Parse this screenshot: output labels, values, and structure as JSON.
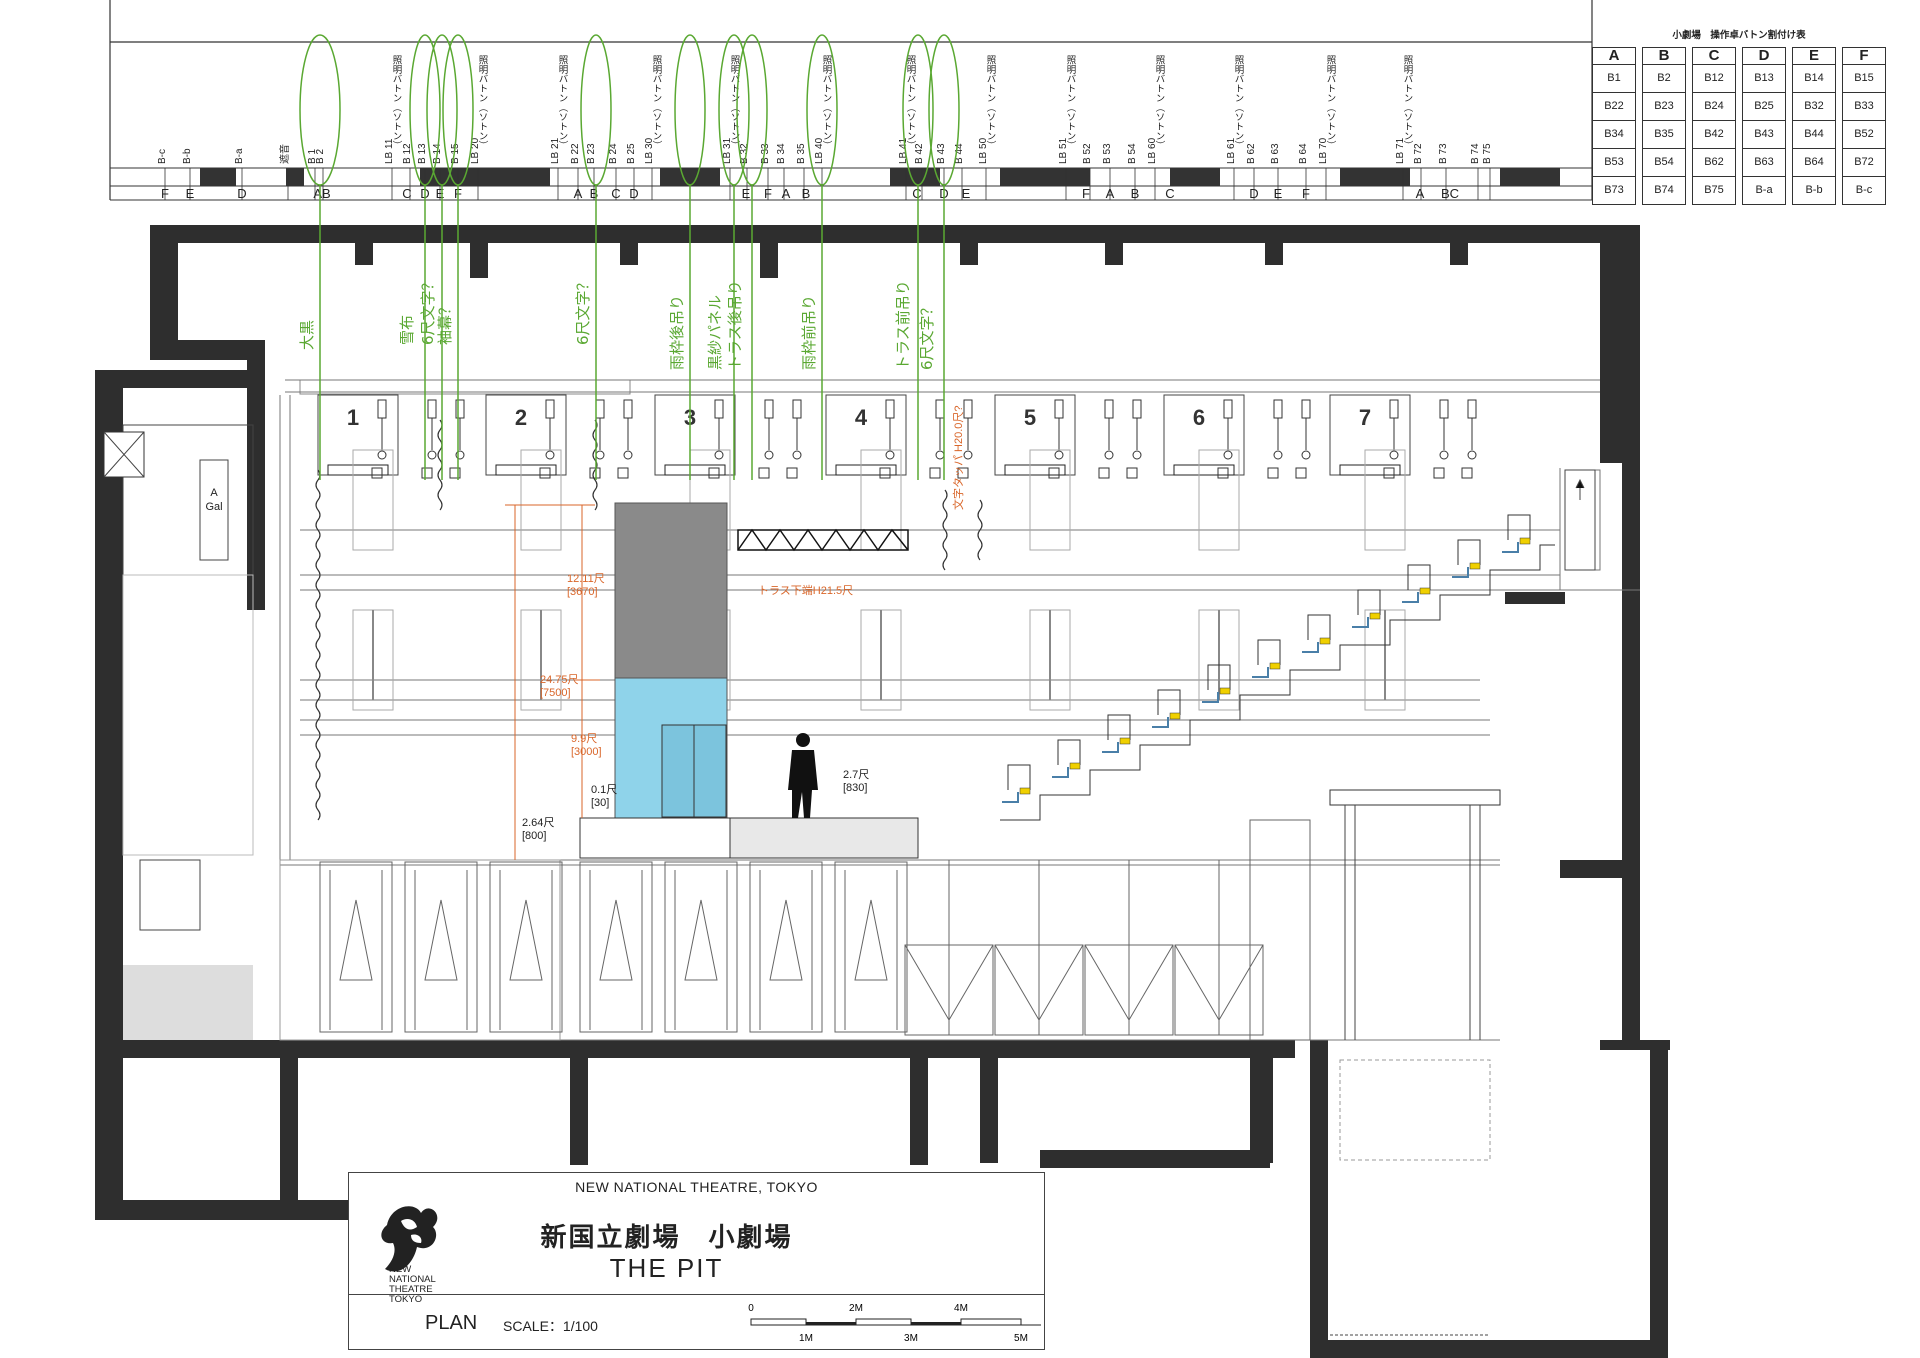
{
  "batten_labels": [
    "B-c",
    "B-b",
    "B-a",
    "遮音",
    "B 1",
    "B 2",
    "LB 11 (ソトン)",
    "B 12",
    "B 13",
    "B 14",
    "B 15",
    "LB 20 (ソトン)",
    "LB 21 (ソトン)",
    "B 22",
    "B 23",
    "B 24",
    "B 25",
    "LB 30 (ソトン)",
    "LB 31 (ソトン)",
    "B 32",
    "B 33",
    "B 34",
    "B 35",
    "LB 40 (ソトン)",
    "LB 41 (ソトン)",
    "B 42",
    "B 43",
    "B 44",
    "LB 50 (ソトン)",
    "LB 51 (ソトン)",
    "B 52",
    "B 53",
    "B 54",
    "LB 60 (ソトン)",
    "LB 61 (ソトン)",
    "B 62",
    "B 63",
    "B 64",
    "LB 70 (ソトン)",
    "LB 71 (ソトン)",
    "B 72",
    "B 73",
    "B 74",
    "B 75"
  ],
  "lighting_batten_text": "照明バトン",
  "position_letters": [
    "F",
    "E",
    "D",
    "AB",
    "C",
    "D",
    "E",
    "F",
    "A",
    "B",
    "C",
    "D",
    "E",
    "F",
    "A",
    "B",
    "C",
    "D",
    "E",
    "F",
    "A",
    "B",
    "C",
    "D",
    "E",
    "F",
    "A",
    "BC"
  ],
  "green_notes": [
    "大黒",
    "雪布",
    "6尺文字？",
    "袖幕？",
    "6尺文字？",
    "雨枠後吊り",
    "黒紗パネル",
    "トラス後吊り",
    "雨枠前吊り",
    "トラス前吊り",
    "6尺文字？"
  ],
  "bay_numbers": [
    "1",
    "2",
    "3",
    "4",
    "5",
    "6",
    "7"
  ],
  "truss_label": "トラス下端H21.5尺",
  "tenpo_label": "文字タッパ H20.0尺?",
  "gallery_label": [
    "A",
    "Gal"
  ],
  "dimensions": [
    {
      "text": "12.11尺",
      "sub": "[3670]"
    },
    {
      "text": "24.75尺",
      "sub": "[7500]"
    },
    {
      "text": "9.9尺",
      "sub": "[3000]"
    },
    {
      "text": "2.64尺",
      "sub": "[800]"
    },
    {
      "text": "0.1尺",
      "sub": "[30]"
    },
    {
      "text": "2.7尺",
      "sub": "[830]"
    }
  ],
  "batten_table": {
    "title": "小劇場　操作卓バトン割付け表",
    "columns": [
      {
        "header": "A",
        "cells": [
          "B1",
          "B22",
          "B34",
          "B53",
          "B73"
        ]
      },
      {
        "header": "B",
        "cells": [
          "B2",
          "B23",
          "B35",
          "B54",
          "B74"
        ]
      },
      {
        "header": "C",
        "cells": [
          "B12",
          "B24",
          "B42",
          "B62",
          "B75"
        ]
      },
      {
        "header": "D",
        "cells": [
          "B13",
          "B25",
          "B43",
          "B63",
          "B-a"
        ]
      },
      {
        "header": "E",
        "cells": [
          "B14",
          "B32",
          "B44",
          "B64",
          "B-b"
        ]
      },
      {
        "header": "F",
        "cells": [
          "B15",
          "B33",
          "B52",
          "B72",
          "B-c"
        ]
      }
    ]
  },
  "title_block": {
    "english": "NEW NATIONAL THEATRE, TOKYO",
    "logo_text": [
      "NEW",
      "NATIONAL",
      "THEATRE",
      "TOKYO"
    ],
    "japanese": "新国立劇場　小劇場",
    "venue": "THE PIT",
    "plan": "PLAN",
    "scale": "SCALE：1/100",
    "scale_top": [
      "0",
      "2M",
      "4M"
    ],
    "scale_bottom": [
      "1M",
      "3M",
      "5M"
    ]
  },
  "colors": {
    "wall": "#2e2e2e",
    "green": "#5aa832",
    "orange": "#d9662a",
    "glass": "#8fd3ea"
  }
}
